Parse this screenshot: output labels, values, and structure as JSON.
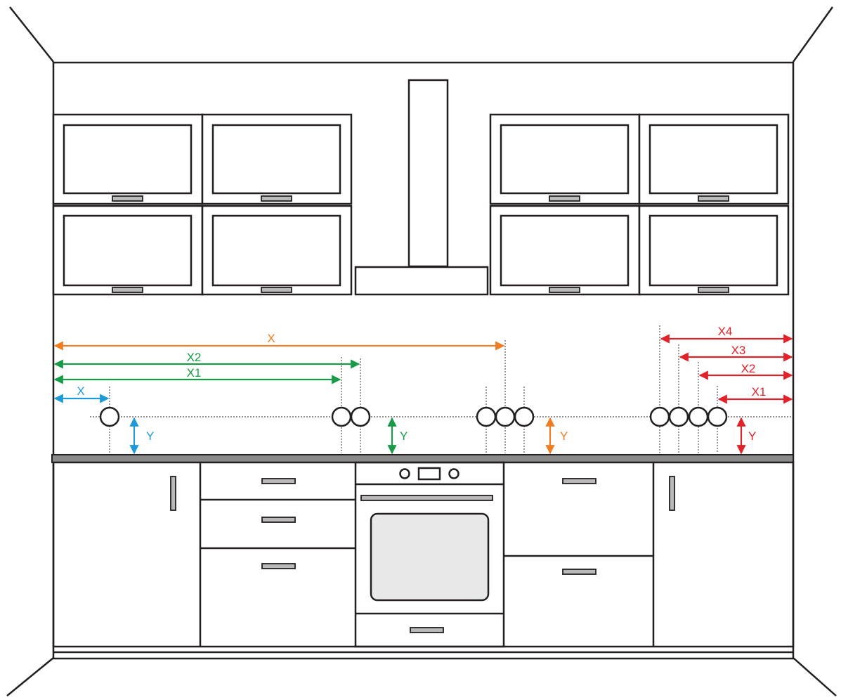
{
  "colors": {
    "line": "#231f20",
    "blue": "#1f9ad6",
    "green": "#1a9a48",
    "orange": "#ef7d22",
    "red": "#e1222a",
    "counter": "#8a8a8a",
    "oven_window": "#e8e8e8"
  },
  "groups": [
    {
      "name": "single-outlet",
      "color": "blue",
      "dims": [
        {
          "label": "X"
        }
      ],
      "height_label": "Y"
    },
    {
      "name": "double-outlet",
      "color": "green",
      "dims": [
        {
          "label": "X2"
        },
        {
          "label": "X1"
        }
      ],
      "height_label": "Y"
    },
    {
      "name": "triple-outlet",
      "color": "orange",
      "dims": [
        {
          "label": "X"
        }
      ],
      "height_label": "Y"
    },
    {
      "name": "quad-outlet",
      "color": "red",
      "dims": [
        {
          "label": "X4"
        },
        {
          "label": "X3"
        },
        {
          "label": "X2"
        },
        {
          "label": "X1"
        }
      ],
      "height_label": "Y"
    }
  ]
}
